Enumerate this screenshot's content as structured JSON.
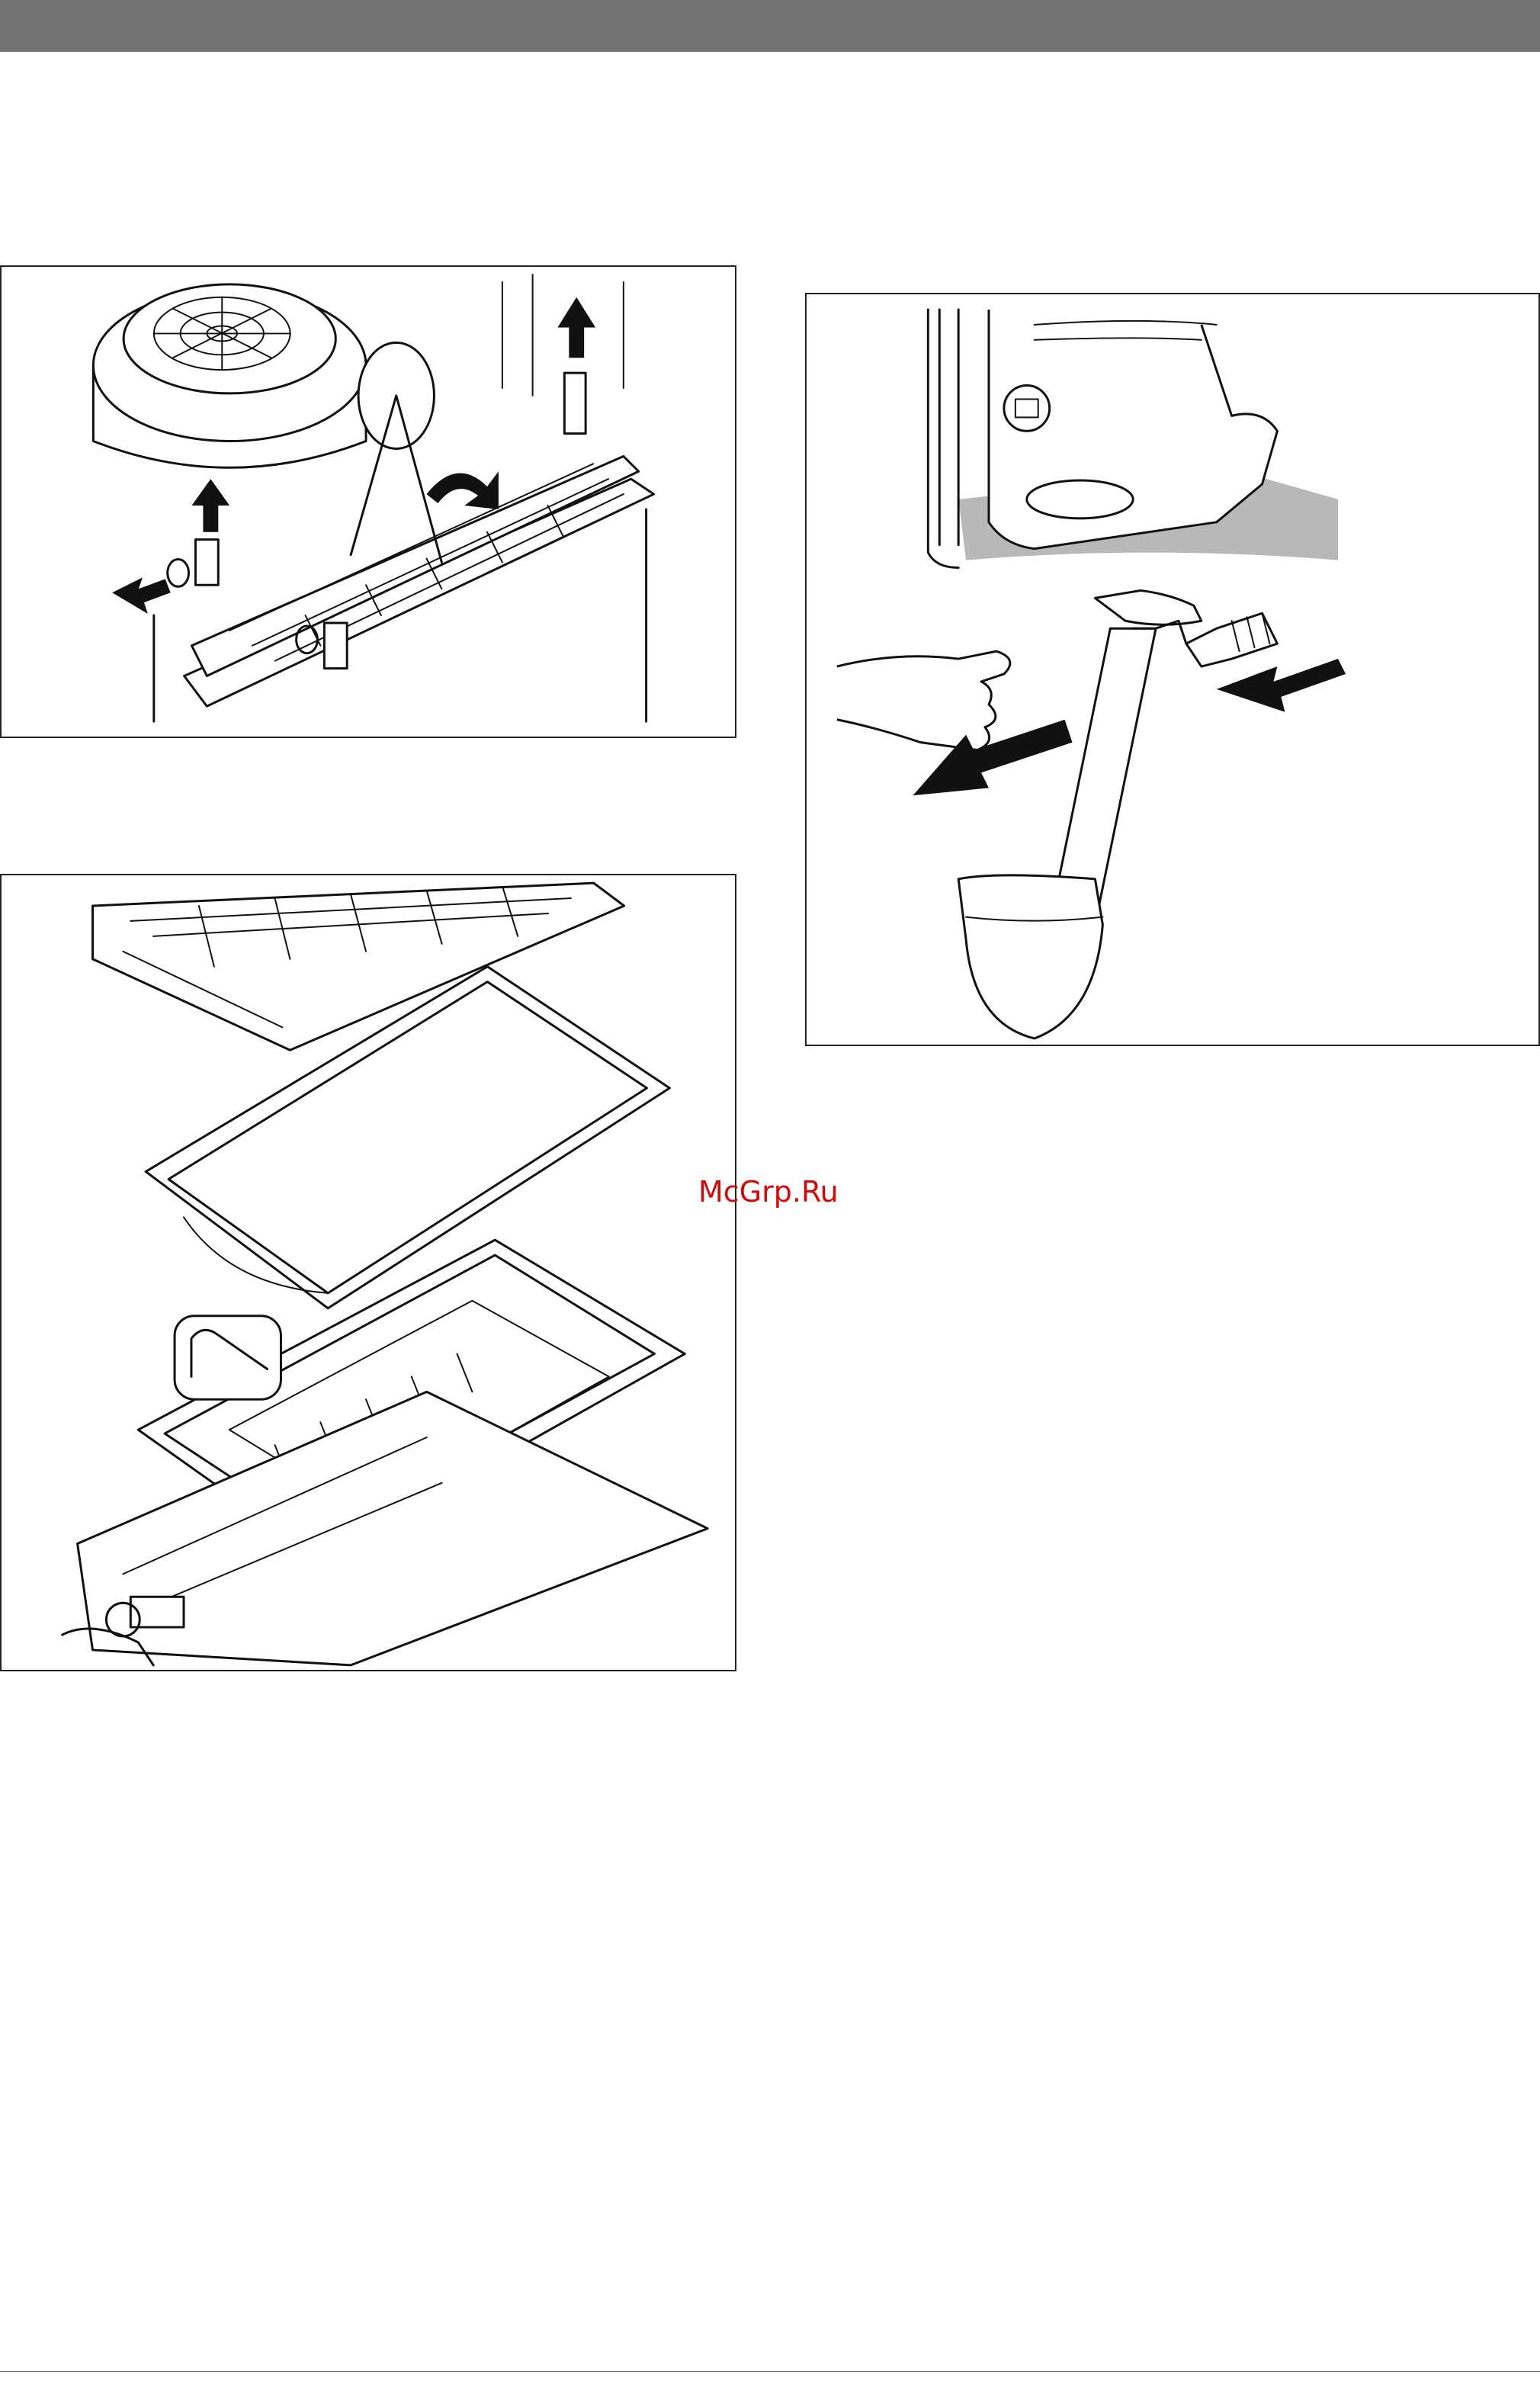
{
  "watermark": {
    "text": "McGrp.Ru",
    "color": "#d20a0a"
  },
  "colors": {
    "header_bar": "#737373",
    "shade": "#b8b8b8"
  },
  "figures": [
    {
      "id": "fig-1",
      "icon": "burner-cover-removal-illustration"
    },
    {
      "id": "fig-2",
      "icon": "siphon-removal-illustration"
    },
    {
      "id": "fig-3",
      "icon": "heat-exchanger-seal-illustration"
    }
  ]
}
